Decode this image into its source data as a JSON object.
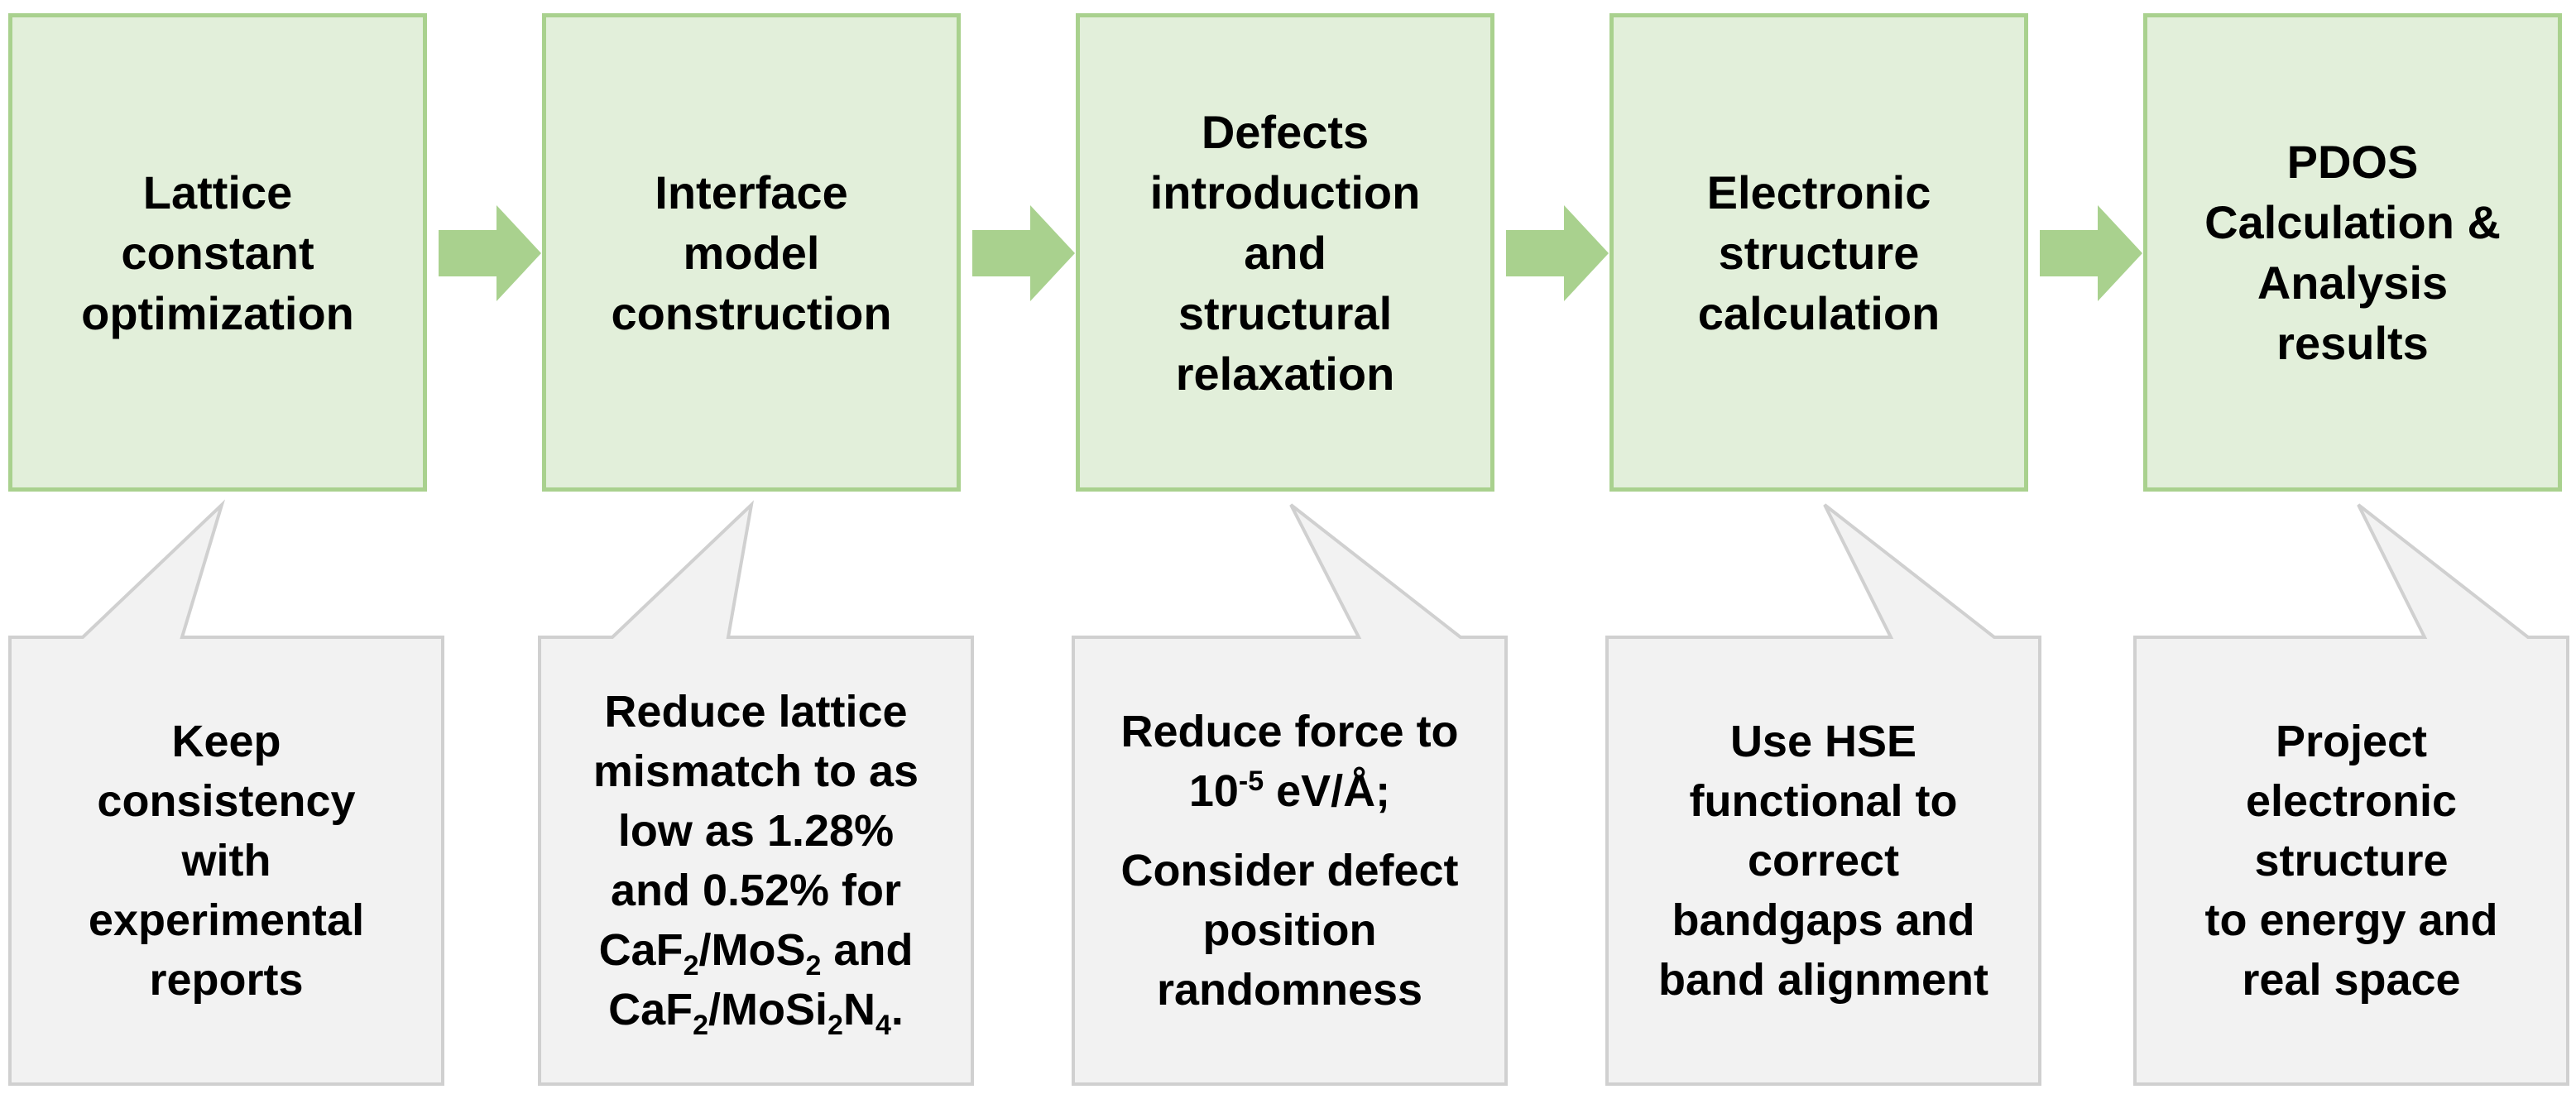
{
  "steps": [
    {
      "label": [
        "Lattice",
        "constant",
        "optimization"
      ]
    },
    {
      "label": [
        "Interface",
        "model",
        "construction"
      ]
    },
    {
      "label": [
        "Defects",
        "introduction",
        "and",
        "structural",
        "relaxation"
      ]
    },
    {
      "label": [
        "Electronic",
        "structure",
        "calculation"
      ]
    },
    {
      "label": [
        "PDOS",
        "Calculation &",
        "Analysis",
        "results"
      ]
    }
  ],
  "notes": {
    "n1": [
      "Keep",
      "consistency",
      "with",
      "experimental",
      "reports"
    ],
    "n2": {
      "l1": "Reduce lattice",
      "l2": "mismatch to as",
      "l3": "low as 1.28%",
      "l4": "and 0.52% for",
      "l5a": "CaF",
      "l5a_sub": "2",
      "l5b": "/MoS",
      "l5b_sub": "2",
      "l5c": " and",
      "l6a": "CaF",
      "l6a_sub": "2",
      "l6b": "/MoSi",
      "l6b_sub": "2",
      "l6c": "N",
      "l6c_sub": "4",
      "l6d": "."
    },
    "n3": {
      "l1": "Reduce force to",
      "l2a": "10",
      "l2_sup": "-5",
      "l2b": " eV/Å;",
      "l3": "Consider defect",
      "l4": "position",
      "l5": "randomness"
    },
    "n4": [
      "Use HSE",
      "functional to",
      "correct",
      "bandgaps and",
      "band alignment"
    ],
    "n5": [
      "Project",
      "electronic",
      "structure",
      "to energy and",
      "real space"
    ]
  },
  "colors": {
    "step_fill": "#e2efda",
    "step_border": "#a9d18e",
    "arrow_fill": "#a9d18e",
    "note_fill": "#f2f2f2",
    "note_border": "#d0d0d0"
  }
}
